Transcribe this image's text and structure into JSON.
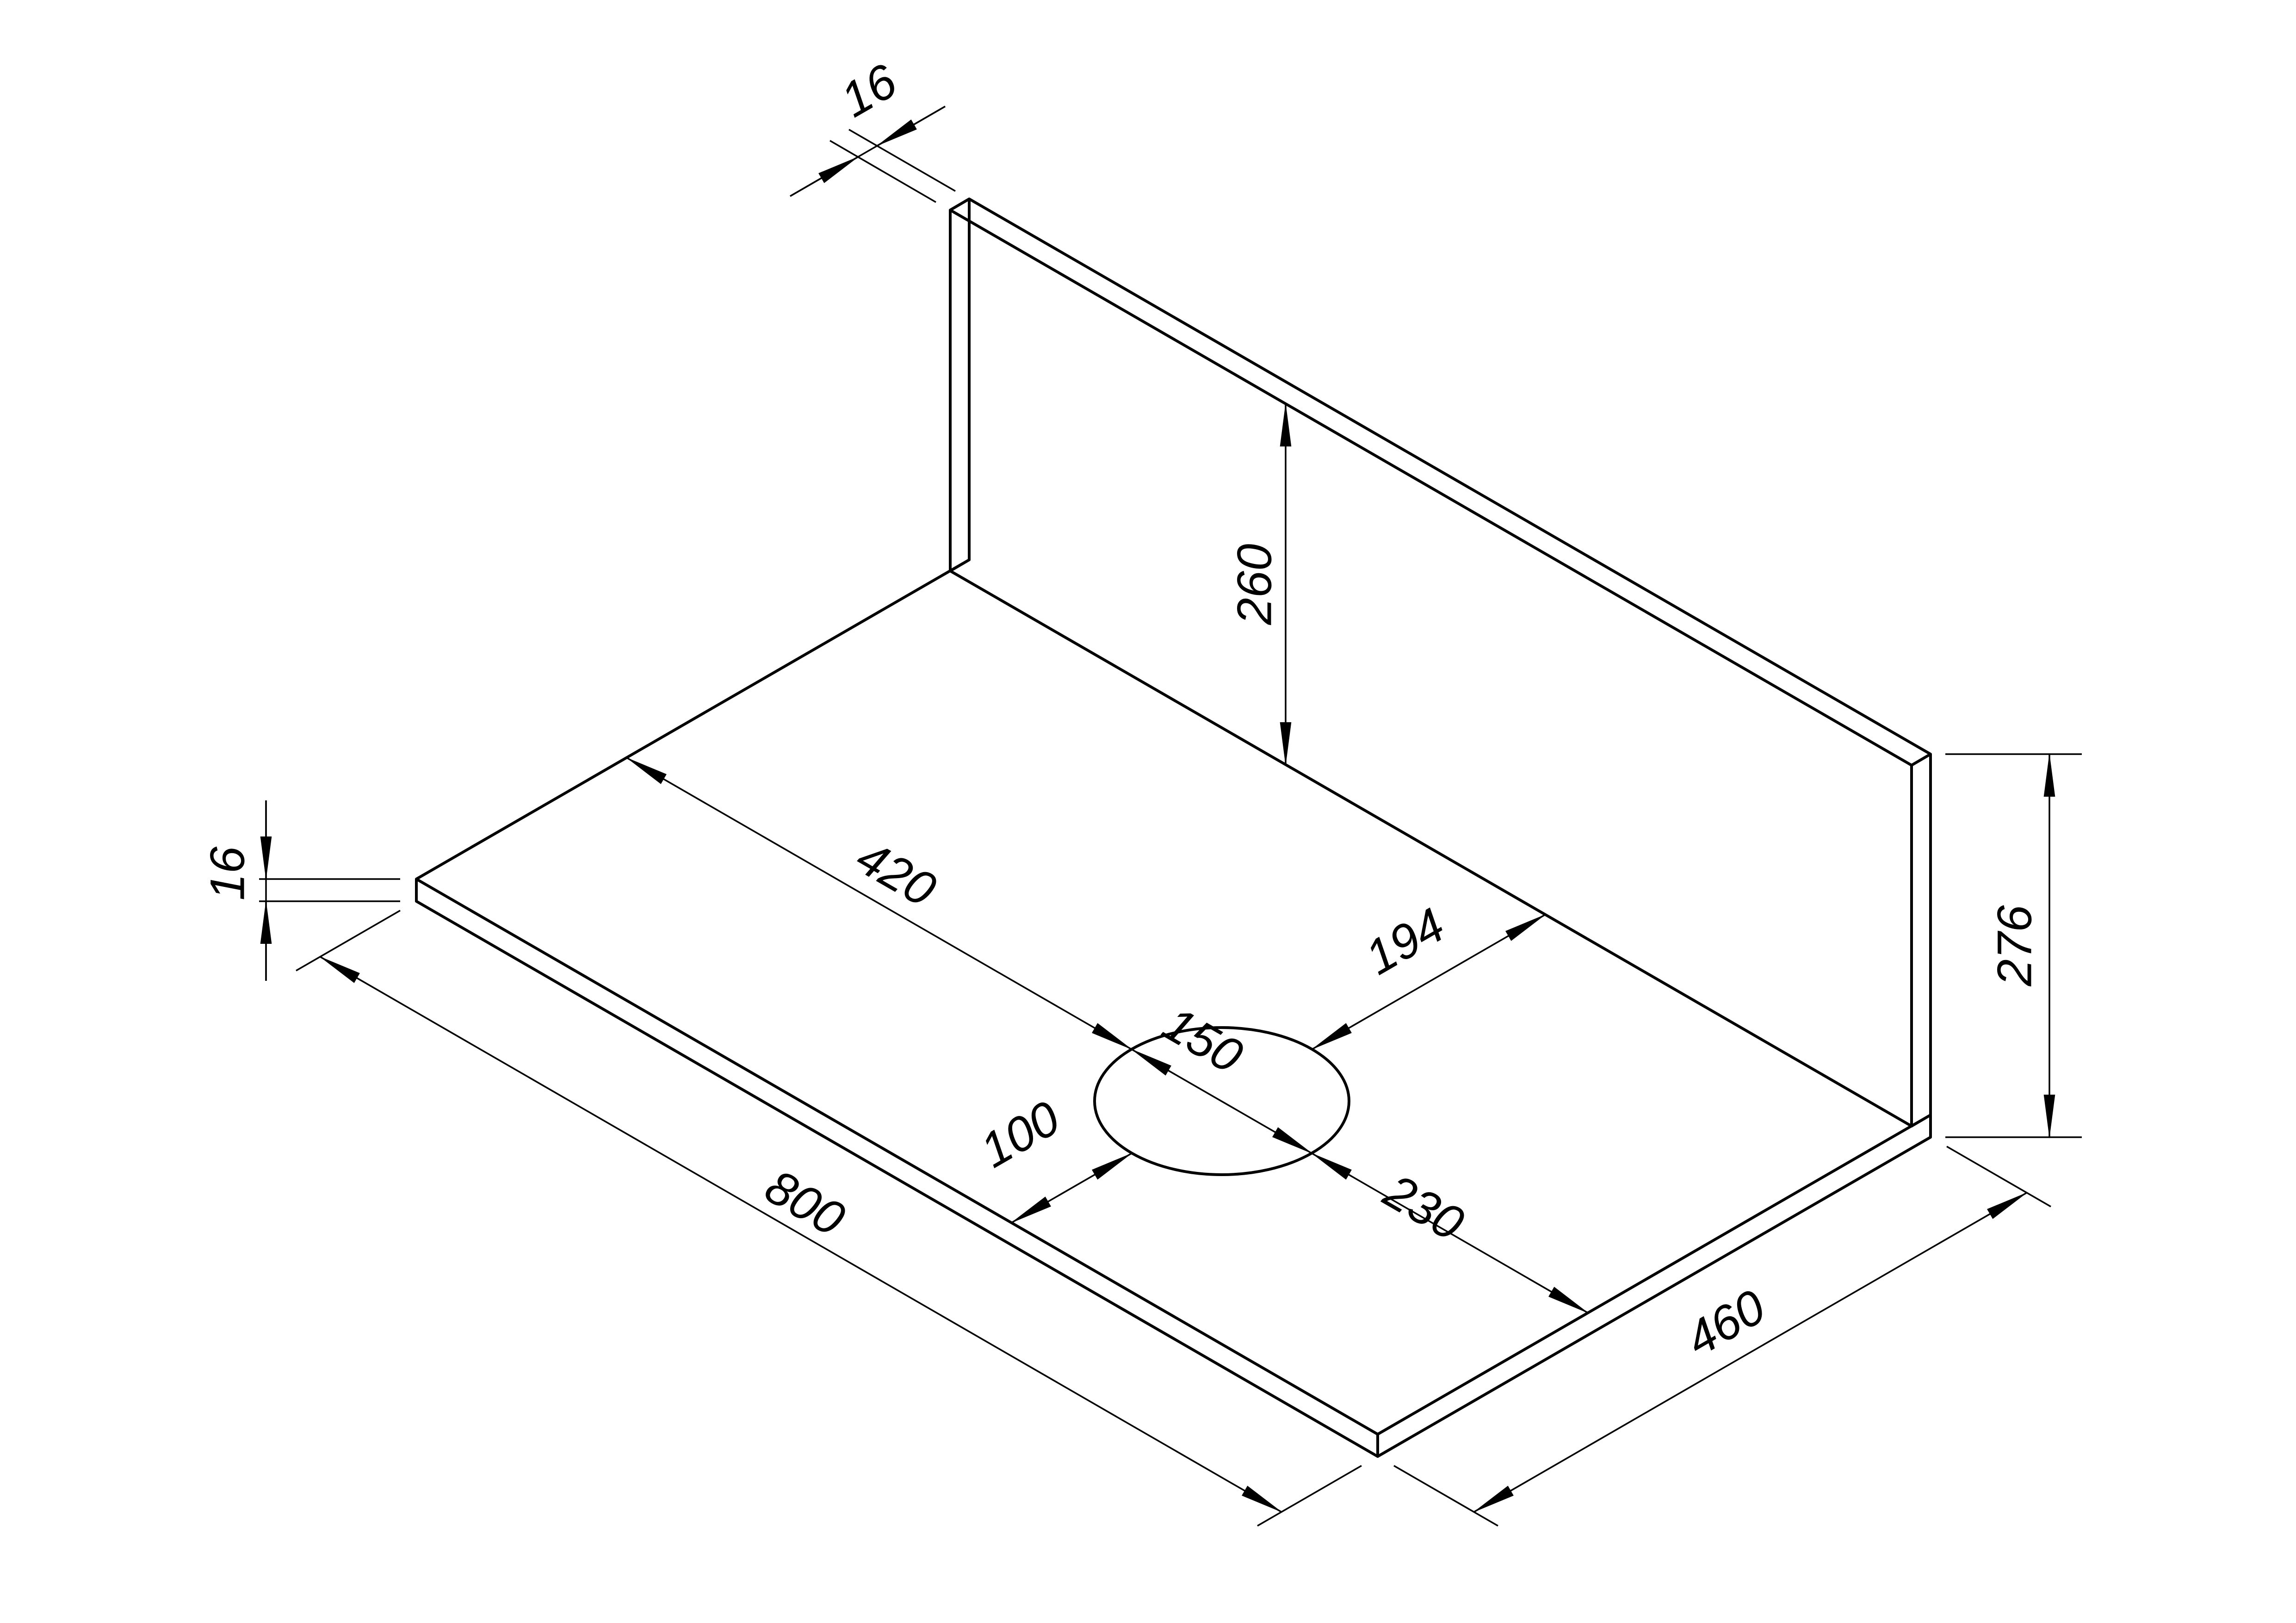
{
  "drawing": {
    "dimensions": {
      "length": "800",
      "depth": "460",
      "overall_height": "276",
      "backsplash_height": "260",
      "base_thickness": "16",
      "backsplash_thickness": "16",
      "hole_from_left": "420",
      "hole_diameter": "150",
      "hole_to_right": "230",
      "hole_from_front": "100",
      "hole_to_back": "194"
    },
    "colors": {
      "line": "#000000",
      "background": "#ffffff"
    }
  }
}
